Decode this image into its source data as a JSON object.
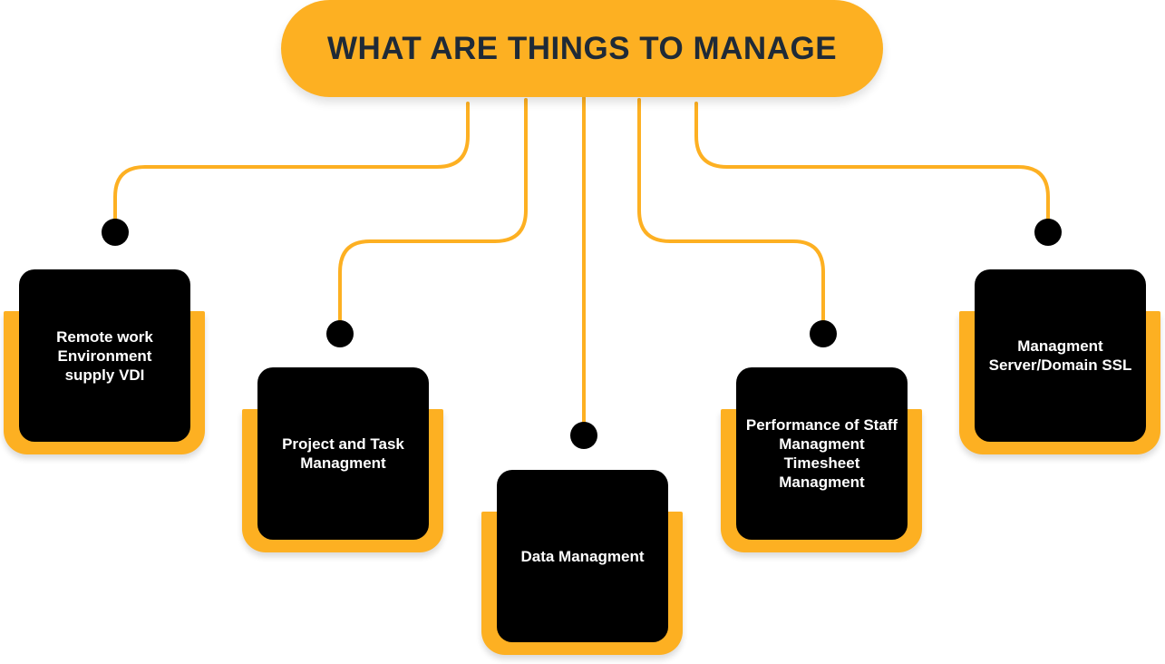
{
  "title": "WHAT ARE THINGS TO MANAGE",
  "colors": {
    "accent": "#FDB022",
    "card": "#000000",
    "title_text": "#1F2A37",
    "card_text": "#FFFFFF"
  },
  "items": [
    {
      "label": "Remote work\nEnvironment\nsupply VDI"
    },
    {
      "label": "Project and Task\nManagment"
    },
    {
      "label": "Data Managment"
    },
    {
      "label": "Performance of Staff\nManagment\nTimesheet\nManagment"
    },
    {
      "label": "Managment\nServer/Domain SSL"
    }
  ]
}
